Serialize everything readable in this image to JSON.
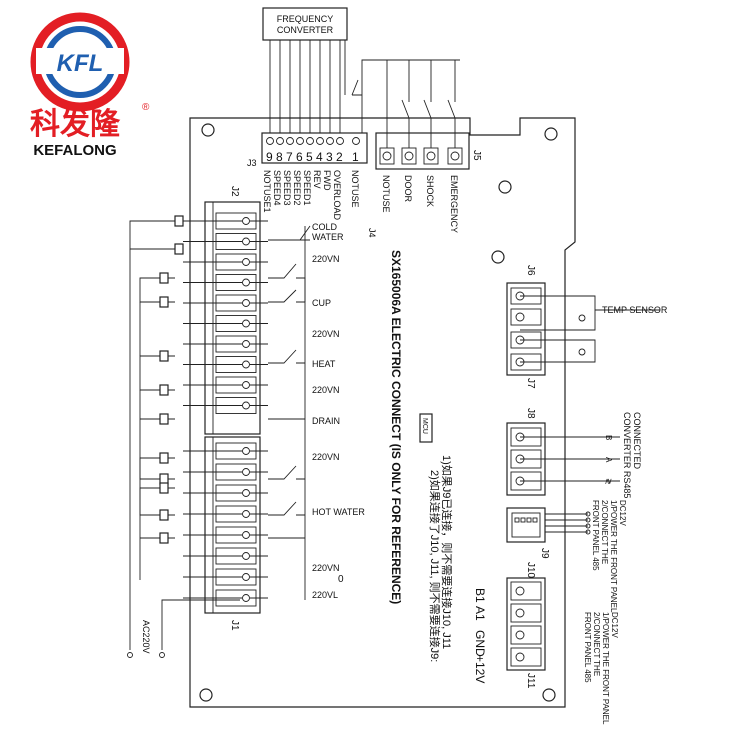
{
  "logo": {
    "emblem": "KFL",
    "chinese_name": "科发隆",
    "registered": "®",
    "english_name": "KEFALONG",
    "colors": {
      "red": "#e31e24",
      "blue": "#1f5fb0"
    }
  },
  "board": {
    "model_text": "SX165006A  ELECTRIC CONNECT   (IS ONLY FOR REFERENCE)",
    "mcu": "MCU",
    "note1": "1)如果J9已连接，则不需要连接J10, J11",
    "note2": "2)如果连接了J10, J11, 则不需要连接J9:",
    "b1": "B1",
    "a1": "A1",
    "gnd": "GND",
    "v12": "+12V",
    "zero": "0"
  },
  "connectors": {
    "j1": "J1",
    "j2": "J2",
    "j3": "J3",
    "j4": "J4",
    "j5": "J5",
    "j6": "J6",
    "j7": "J7",
    "j8": "J8",
    "j9": "J9",
    "j10": "J10",
    "j11": "J11"
  },
  "frequency_converter": {
    "line1": "FREQUENCY",
    "line2": "CONVERTER"
  },
  "j3_pins": [
    "9",
    "8",
    "7",
    "6",
    "5",
    "4",
    "3",
    "2",
    "1"
  ],
  "j3_signals": [
    "NOTUSE1",
    "SPEED4",
    "SPEED3",
    "SPEED2",
    "SPEED1",
    "REV",
    "FWD",
    "OVERLOAD",
    "NOTUSE"
  ],
  "j4_j5_signals": [
    "NOTUSE",
    "DOOR",
    "SHOCK",
    "EMERGENCY"
  ],
  "left_labels": {
    "cold_water_1": "COLD",
    "cold_water_2": "WATER",
    "vn1": "220VN",
    "cup": "CUP",
    "vn2": "220VN",
    "heat": "HEAT",
    "vn3": "220VN",
    "drain": "DRAIN",
    "vn4": "220VN",
    "hot_water": "HOT WATER",
    "vn5": "220VN",
    "vl": "220VL",
    "ac": "AC220V"
  },
  "right_labels": {
    "temp_sensor": "TEMP SENSOR",
    "connected_1": "CONNECTED",
    "connected_2": "CONVERTER  RS485",
    "rs_b": "B",
    "rs_a": "A",
    "rs_gnd": "≷",
    "dc12_a": "DC12V",
    "front_a1": "1/POWER THE FRONT PANEL",
    "front_a2": "2/CONNECT THE",
    "front_a3": "FRONT PANEL 485",
    "dc12_b": "DC12V",
    "front_b1": "1/POWER THE FRONT PANEL",
    "front_b2": "2/CONNECT THE",
    "front_b3": "FRONT PANEL 485"
  }
}
